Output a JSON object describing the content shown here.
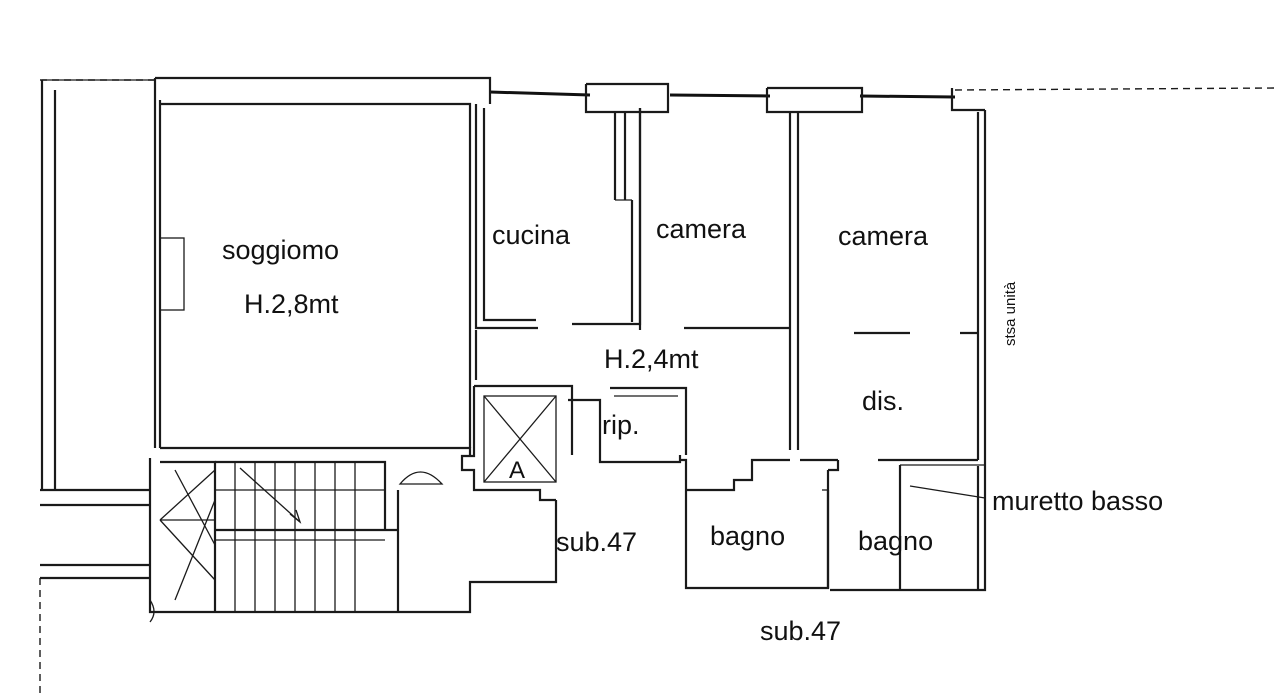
{
  "plan": {
    "rooms": {
      "soggiorno": "soggiomo",
      "height_left": "H.2,8mt",
      "cucina": "cucina",
      "camera_1": "camera",
      "camera_2": "camera",
      "height_corridor": "H.2,4mt",
      "ripostiglio": "rip.",
      "disimpegno": "dis.",
      "bagno_1": "bagno",
      "bagno_2": "bagno",
      "lift": "A"
    },
    "annotations": {
      "sub_upper": "sub.47",
      "sub_lower": "sub.47",
      "muretto": "muretto basso",
      "stessa_unita": "stsa unità"
    }
  }
}
